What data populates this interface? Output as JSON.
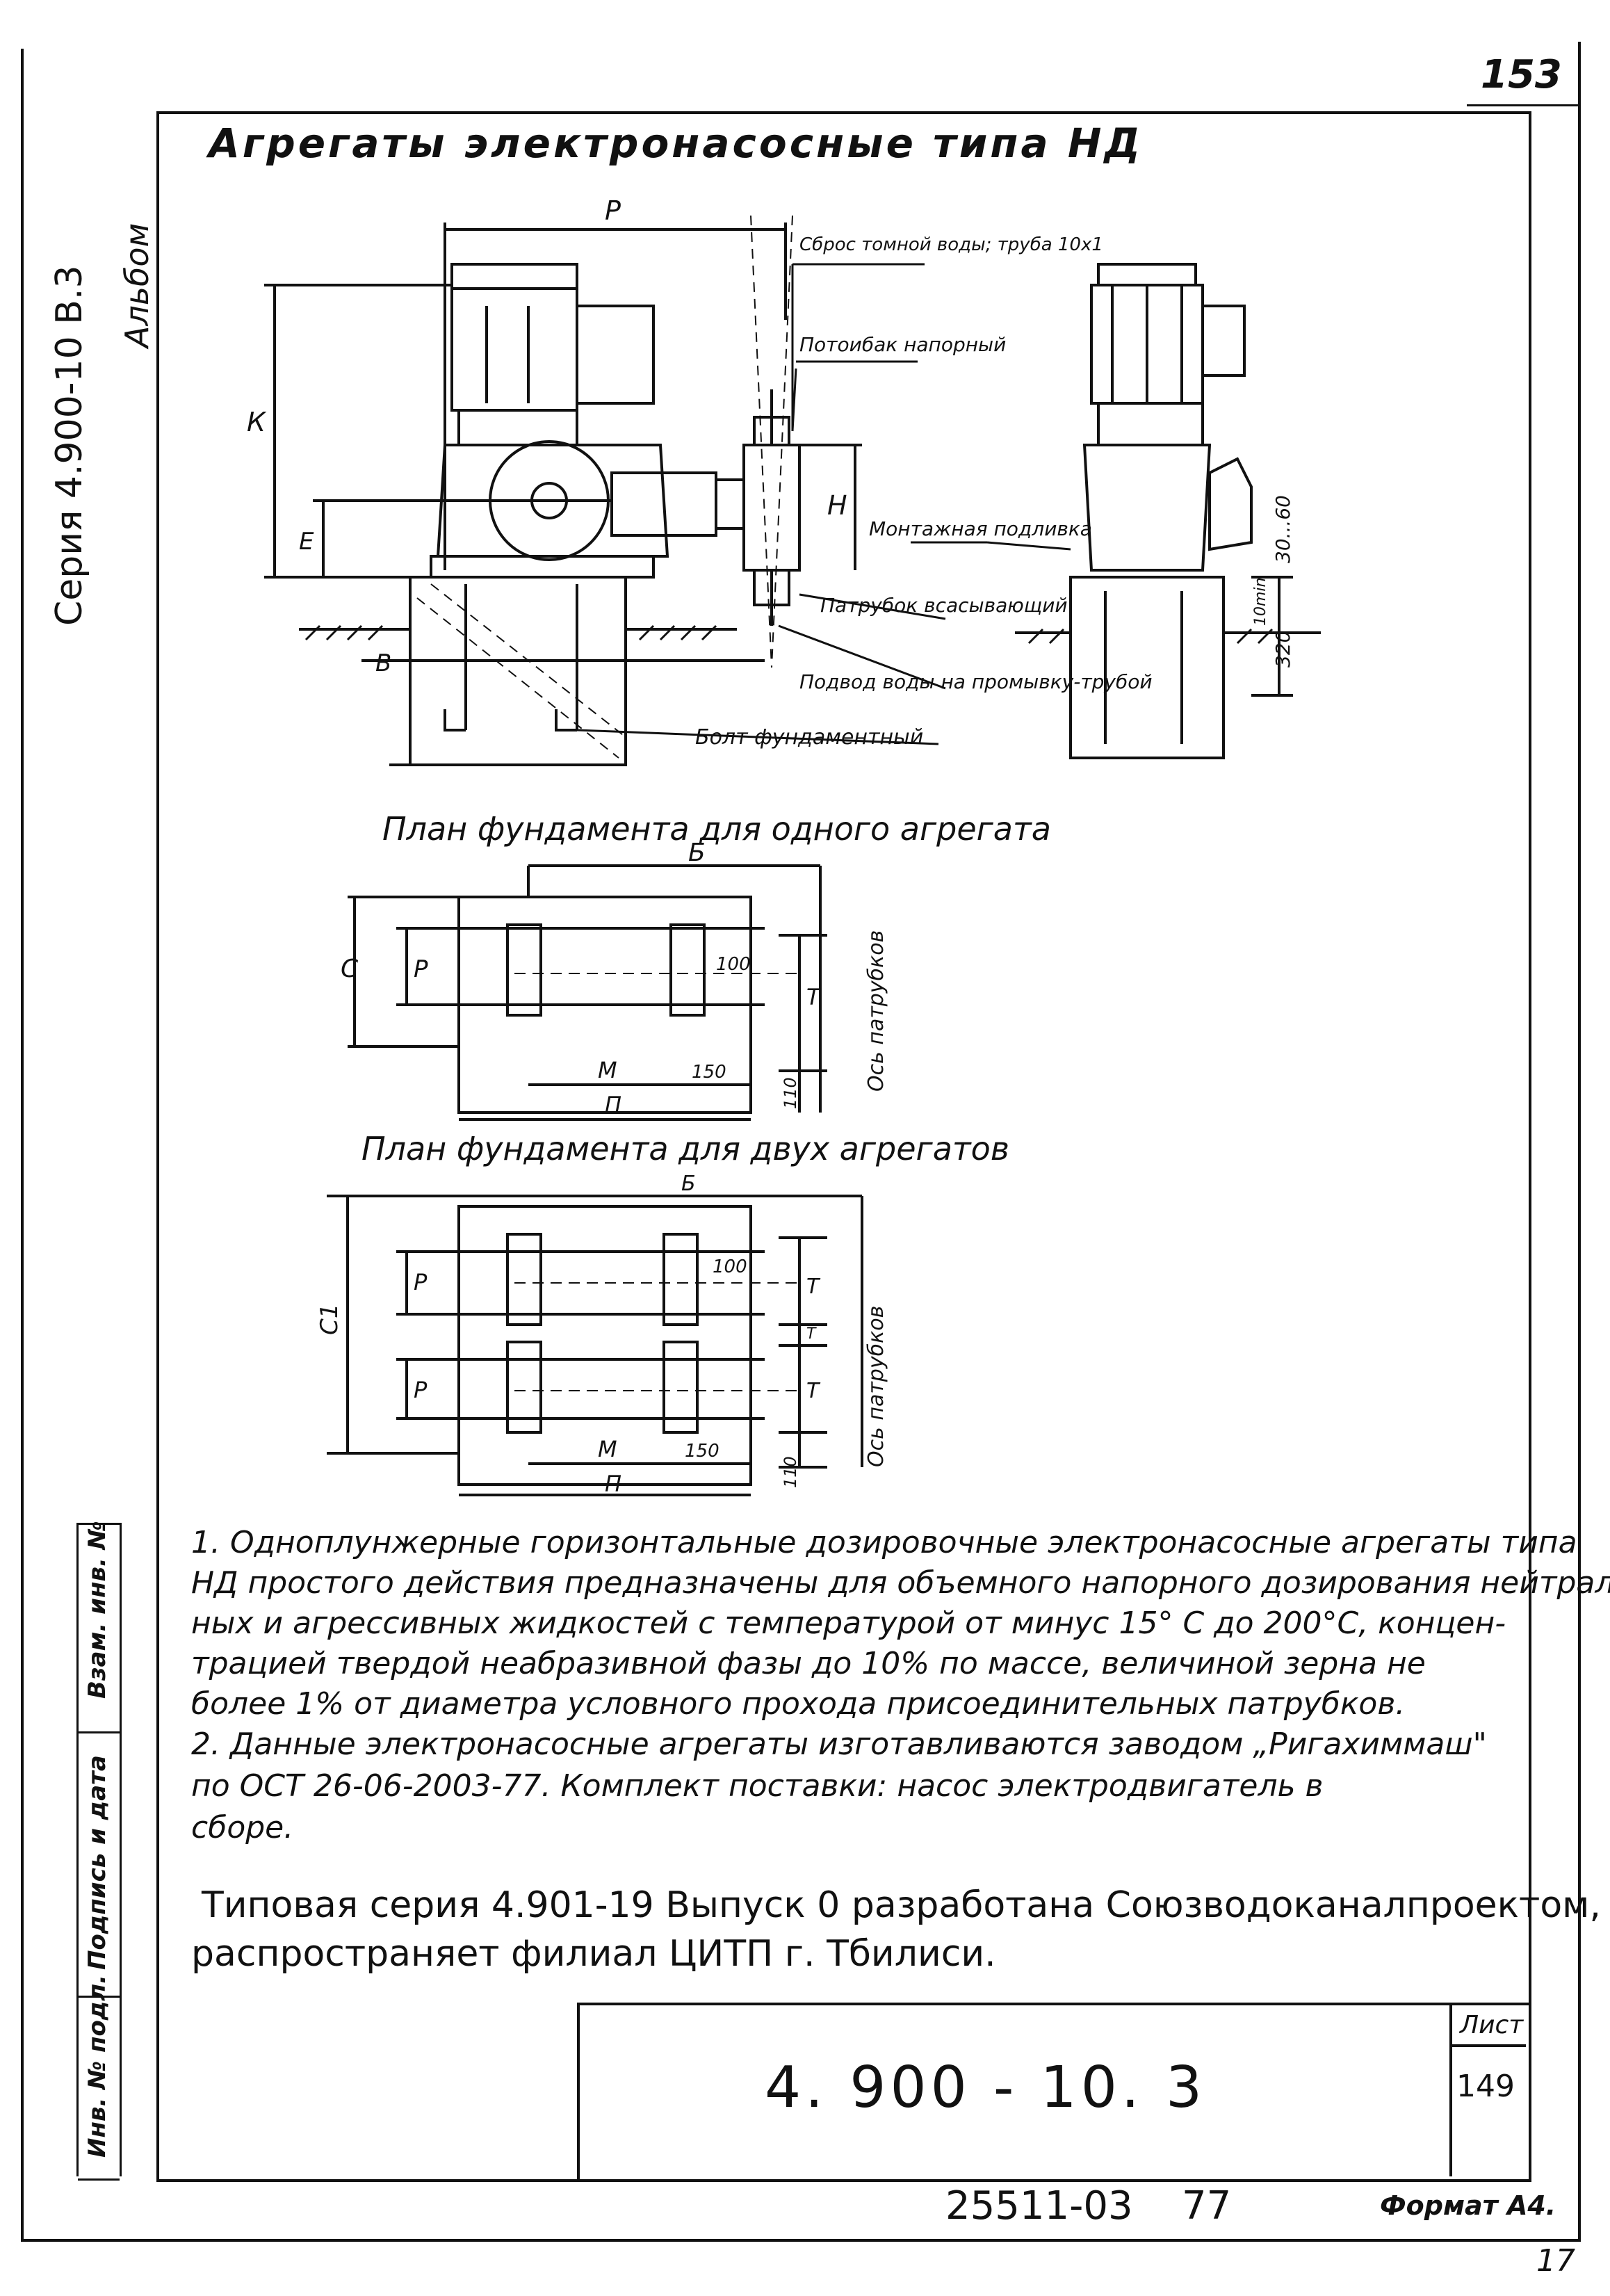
{
  "page_number": "153",
  "series_side": "Серия 4.900-10 В.3",
  "album_side": "Альбом",
  "title": "Агрегаты электронасосные типа НД",
  "drawing_labels": {
    "dim_p": "Р",
    "dim_k": "К",
    "dim_e": "Е",
    "dim_h": "Н",
    "dim_v": "В",
    "dim_30_60": "30...60",
    "dim_10min": "10min",
    "dim_320": "320",
    "callout_drain": "Сброс томной воды; труба 10х1",
    "callout_overflow": "Потоибак напорный",
    "callout_mount": "Монтажная подливка",
    "callout_suction": "Патрубок всасывающий",
    "callout_water": "Подвод воды на промывку-трубой",
    "callout_bolt": "Болт фундаментный"
  },
  "plan1": {
    "title": "План фундамента для одного агрегата",
    "dim_b": "Б",
    "dim_c": "С",
    "dim_p": "Р",
    "dim_100": "100",
    "dim_t": "Т",
    "dim_m": "М",
    "dim_150": "150",
    "dim_110": "110",
    "dim_n": "П",
    "axis_label": "Ось патрубков"
  },
  "plan2": {
    "title": "План фундамента для двух агрегатов",
    "dim_b": "Б",
    "dim_c1": "С1",
    "dim_p1": "Р",
    "dim_p2": "Р",
    "dim_100": "100",
    "dim_t1": "Т",
    "dim_t2": "Т",
    "dim_t3": "Т",
    "dim_m": "М",
    "dim_150": "150",
    "dim_110": "110",
    "dim_n": "П",
    "axis_label": "Ось патрубков"
  },
  "notes": [
    "1. Одноплунжерные горизонтальные дозировочные электронасосные агрегаты типа",
    "НД простого действия предназначены для объемного напорного дозирования нейтраль-",
    "ных и агрессивных жидкостей с температурой от минус 15° С до 200°С, концен-",
    "трацией твердой неабразивной фазы до 10% по массе, величиной зерна не",
    "более 1% от диаметра условного прохода присоединительных патрубков.",
    "2. Данные электронасосные агрегаты изготавливаются заводом „Ригахиммаш\"",
    "по ОСТ 26-06-2003-77. Комплект поставки: насос электродвигатель в",
    "сборе."
  ],
  "publisher": [
    "Типовая серия 4.901-19 Выпуск 0 разработана Союзводоканалпроектом,",
    "распространяет филиал ЦИТП г. Тбилиси."
  ],
  "side_stamp": {
    "inv_vzam": "Взам. инв. №",
    "sign_date": "Подпись и дата",
    "inv_podl": "Инв. № подл."
  },
  "title_block": {
    "doc_code": "4. 900 - 10. 3",
    "sheet_label": "Лист",
    "sheet_num": "149"
  },
  "footer": {
    "order": "25511-03",
    "copies": "77",
    "format": "Формат А4.",
    "corner": "17"
  }
}
